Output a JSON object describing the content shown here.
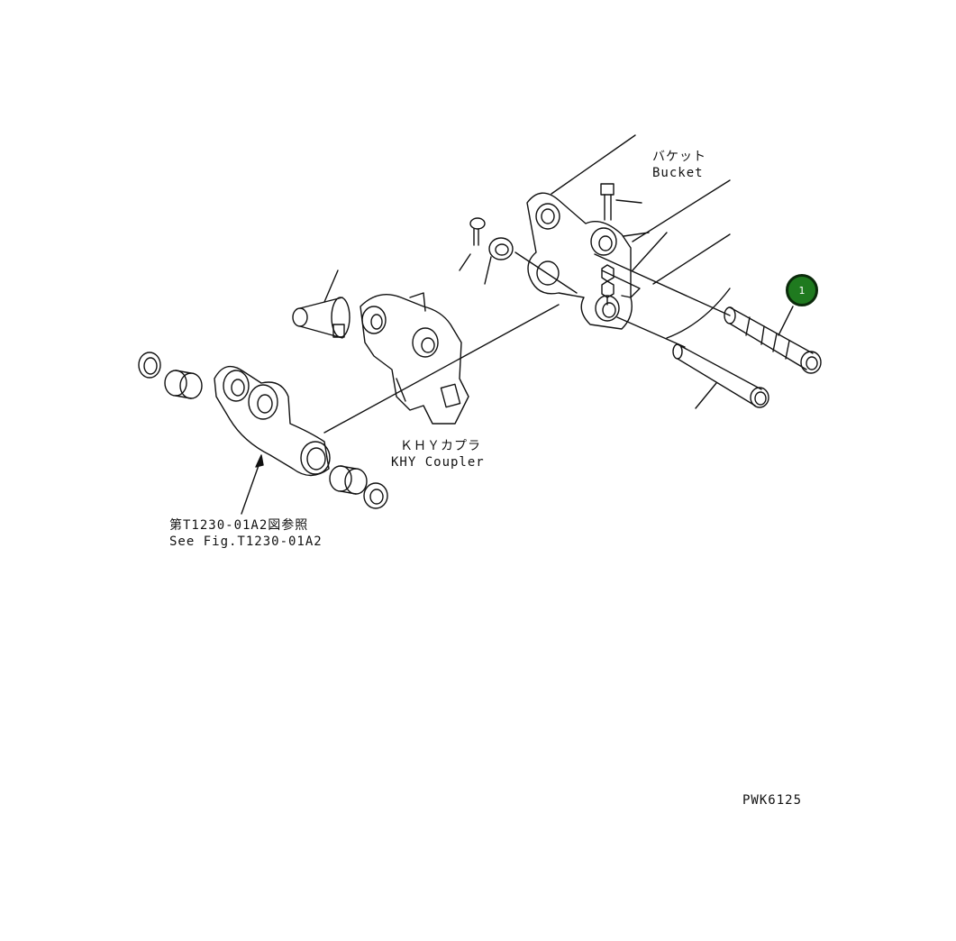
{
  "labels": {
    "bucket_jp": "バケット",
    "bucket_en": "Bucket",
    "coupler_jp": "ＫＨＹカプラ",
    "coupler_en": "KHY Coupler",
    "ref_jp": "第T1230-01A2図参照",
    "ref_en": "See Fig.T1230-01A2",
    "drawing_id": "PWK6125"
  },
  "callouts": [
    {
      "number": "1",
      "color": "#1f7a1f"
    }
  ]
}
